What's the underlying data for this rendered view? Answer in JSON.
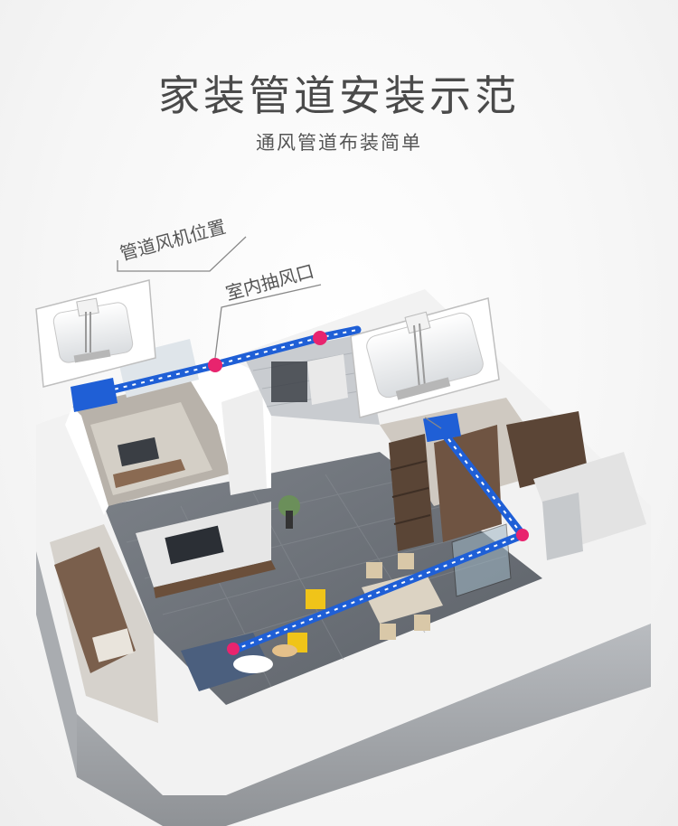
{
  "header": {
    "title": "家装管道安装示范",
    "subtitle": "通风管道布装简单"
  },
  "callouts": {
    "fan_position": "管道风机位置",
    "indoor_inlet": "室内抽风口"
  },
  "colors": {
    "duct_blue": "#1f5fd6",
    "marker_pink": "#e8246e",
    "wall": "#ffffff",
    "floor": "#6e737a"
  }
}
